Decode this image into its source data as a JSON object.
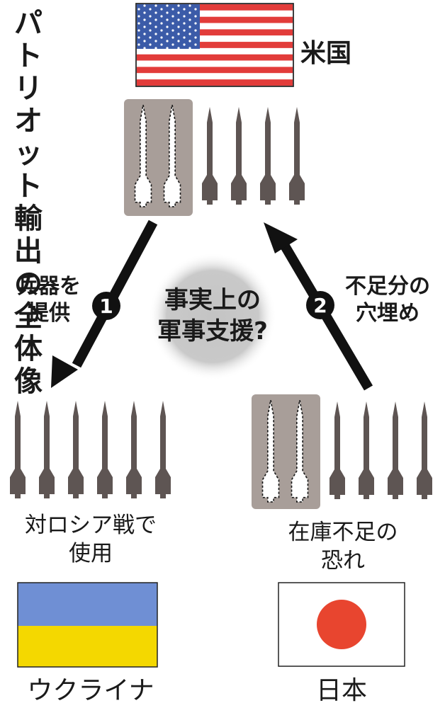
{
  "title": "パトリオット輸出の全体像",
  "countries": {
    "us": "米国",
    "ukraine": "ウクライナ",
    "japan": "日本"
  },
  "arrows": {
    "left_line1": "兵器を",
    "left_line2": "提供",
    "left_number": "1",
    "right_line1": "不足分の",
    "right_line2": "穴埋め",
    "right_number": "2"
  },
  "center": {
    "line1": "事実上の",
    "line2": "軍事支援?"
  },
  "captions": {
    "ukraine_line1": "対ロシア戦で",
    "ukraine_line2": "使用",
    "japan_line1": "在庫不足の",
    "japan_line2": "恐れ"
  },
  "colors": {
    "missile": "#5e5553",
    "highlight_box": "#a89e99",
    "arrow": "#111111",
    "center_circle": "#c7c7c7",
    "us_red": "#e23c3a",
    "us_blue": "#3b5ba8",
    "ukraine_blue": "#6f8fd4",
    "ukraine_yellow": "#f4d800",
    "japan_red": "#e8452f"
  }
}
